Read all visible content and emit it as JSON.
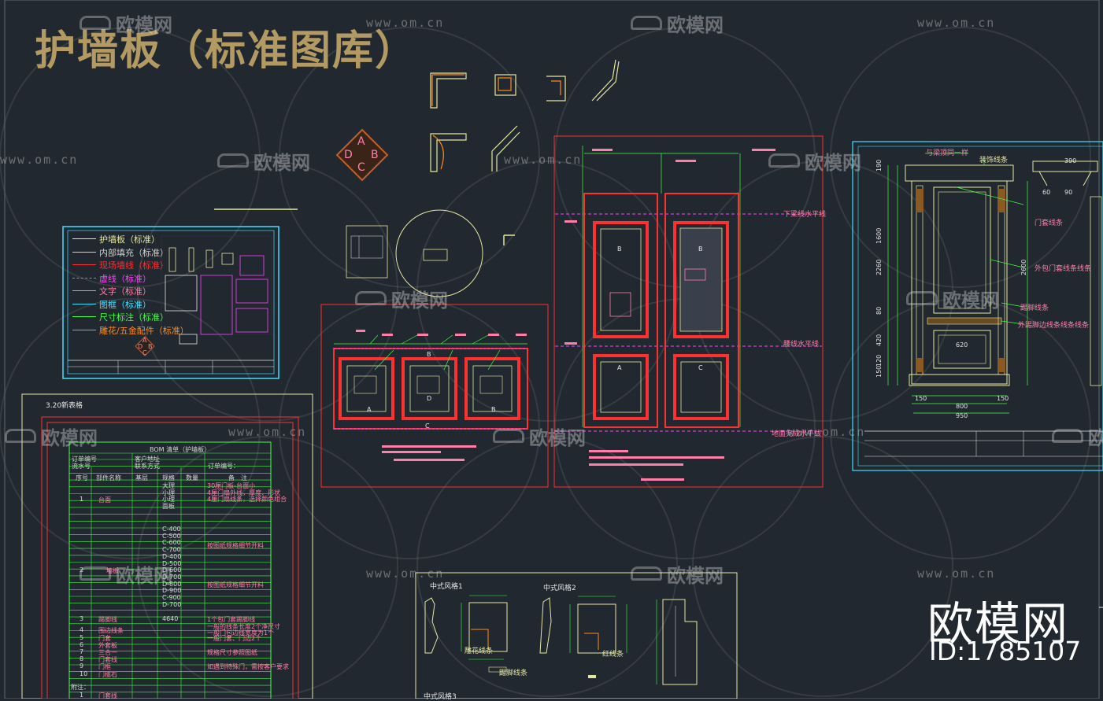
{
  "title": "护墙板（标准图库）",
  "watermark": {
    "url": "www.om.cn",
    "brand": "欧模网",
    "big_brand": "欧模网",
    "id_label": "ID:1785107"
  },
  "legend": {
    "items": [
      {
        "text": "护墙板（标准）",
        "color": "#e6e6a0"
      },
      {
        "text": "内部填充（标准）",
        "color": "#cfcfcf"
      },
      {
        "text": "现场墙线（标准）",
        "color": "#ff3030"
      },
      {
        "text": "虚线（标准）",
        "color": "#ff40ff"
      },
      {
        "text": "文字（标准）",
        "color": "#ff7fa8"
      },
      {
        "text": "图框（标准）",
        "color": "#40e0ff"
      },
      {
        "text": "尺寸标注（标准）",
        "color": "#40ff40"
      },
      {
        "text": "雕花/五金配件（标准）",
        "color": "#ff8c1a"
      }
    ]
  },
  "compass": {
    "a": "A",
    "b": "B",
    "c": "C",
    "d": "D"
  },
  "bom": {
    "sheet_title": "3.20新表格",
    "table_title": "BOM 清单（护墙板）",
    "header_left": [
      "订单编号",
      "流水号"
    ],
    "header_mid": [
      "客户地址",
      "联系方式"
    ],
    "header_right": "订单编号：",
    "columns": [
      "序号",
      "部件名称",
      "基层",
      "规格",
      "数量",
      "备　注"
    ],
    "rows": [
      {
        "no": "1",
        "name": "台面",
        "specs": [
          "大理",
          "小理",
          "小理",
          "面板"
        ],
        "notes": [
          "30厘门板-台面小",
          "4厘门扇外线，厚度、形状",
          "4厘门扇线条，选择颜色组合"
        ]
      },
      {
        "no": "2",
        "name": "墙板",
        "specs": [
          "C-400",
          "C-500",
          "C-600",
          "C-700",
          "D-400",
          "D-500",
          "D-600",
          "D-700",
          "D-800",
          "D-900",
          "C-900",
          "D-700"
        ],
        "notes": [
          "按图纸规格细节开料",
          "按图纸规格细节开料"
        ]
      },
      {
        "no": "3",
        "name": "踢脚线",
        "specs": [
          "4640"
        ],
        "notes": [
          "1个包门套踢脚线",
          "一般的线条长度2个净尺寸",
          "一般门包边线宽度为1个"
        ]
      },
      {
        "no": "4",
        "name": "围边线条"
      },
      {
        "no": "5",
        "name": "门套",
        "notes": [
          "一般门套、门边2个"
        ]
      },
      {
        "no": "6",
        "name": "外套板"
      },
      {
        "no": "7",
        "name": "三合一",
        "notes": [
          "规格尺寸参照图纸"
        ]
      },
      {
        "no": "8",
        "name": "门套线"
      },
      {
        "no": "9",
        "name": "门框",
        "notes": [
          "如遇到特殊门，需按客户要求"
        ]
      },
      {
        "no": "10",
        "name": "门槛石"
      }
    ],
    "footer_no": "1",
    "footer_name": "门套线"
  },
  "elevation": {
    "notes_top": [
      "下梁线水平线",
      "腰线水平线",
      "地面完成水平线"
    ],
    "panel_labels": [
      "A",
      "B",
      "C",
      "D"
    ]
  },
  "door": {
    "notes": [
      "与梁顶同一样",
      "装饰线条",
      "门套线条",
      "外包门套线条线条",
      "踢脚线条",
      "外踢脚边线条线条线条",
      "地面完成水平线"
    ],
    "dims": [
      "190",
      "1600",
      "2260",
      "2600",
      "80",
      "420",
      "120",
      "150",
      "620",
      "150",
      "800",
      "950",
      "150",
      "90",
      "60",
      "390"
    ]
  },
  "details": {
    "labels": [
      "中式风格1",
      "中式风格2",
      "中式风格3"
    ],
    "notes": [
      "踢脚线条",
      "红线条",
      "雕花线条"
    ]
  }
}
